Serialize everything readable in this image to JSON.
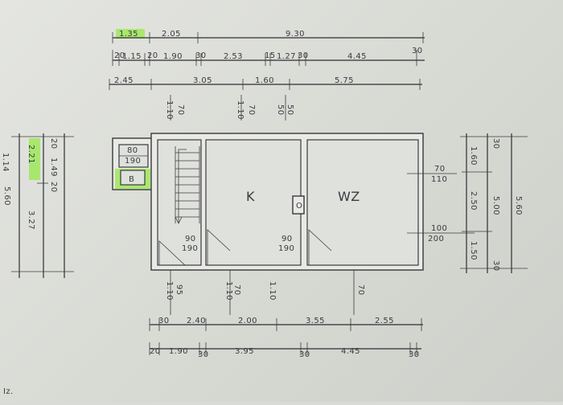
{
  "colors": {
    "paper": "#dcded9",
    "ink": "#2e2e34",
    "highlight": "#9fe85a"
  },
  "top_dims": {
    "row1": [
      "1.35",
      "2.05",
      "9.30"
    ],
    "row2": [
      "20",
      "1.15",
      "20",
      "1.90",
      "30",
      "2.53",
      "15",
      "1.27",
      "30",
      "4.45",
      "30"
    ],
    "row3": [
      "2.45",
      "3.05",
      "1.60",
      "5.75"
    ]
  },
  "window_top": [
    "1.10",
    "70",
    "1.10",
    "70",
    "50",
    "50"
  ],
  "left_dims": [
    "1.14",
    "5.60",
    "2.21",
    "3.27",
    "20",
    "1.49",
    "20"
  ],
  "right_dims": [
    "1.60",
    "2.50",
    "1.50",
    "5.00",
    "5.60",
    "30",
    "30"
  ],
  "room_labels": {
    "kitchen": "K",
    "living": "WZ",
    "bath": "B",
    "oven": "O",
    "small_sq": "80",
    "small_sq2": "190",
    "k_sill": "90",
    "k_sill2": "190",
    "k2_sill": "90",
    "k2_sill2": "190",
    "wz_win": "70",
    "wz_win2": "110",
    "wz_door": "100",
    "wz_door2": "200"
  },
  "window_bottom": [
    "1.10",
    "95",
    "1.10",
    "70",
    "1.10",
    "70"
  ],
  "bottom_dims": {
    "row1": [
      "30",
      "2.40",
      "2.00",
      "3.55",
      "2.55"
    ],
    "row2": [
      "20",
      "1.90",
      "30",
      "3.95",
      "30",
      "4.45",
      "30"
    ]
  },
  "corner": "Iz."
}
